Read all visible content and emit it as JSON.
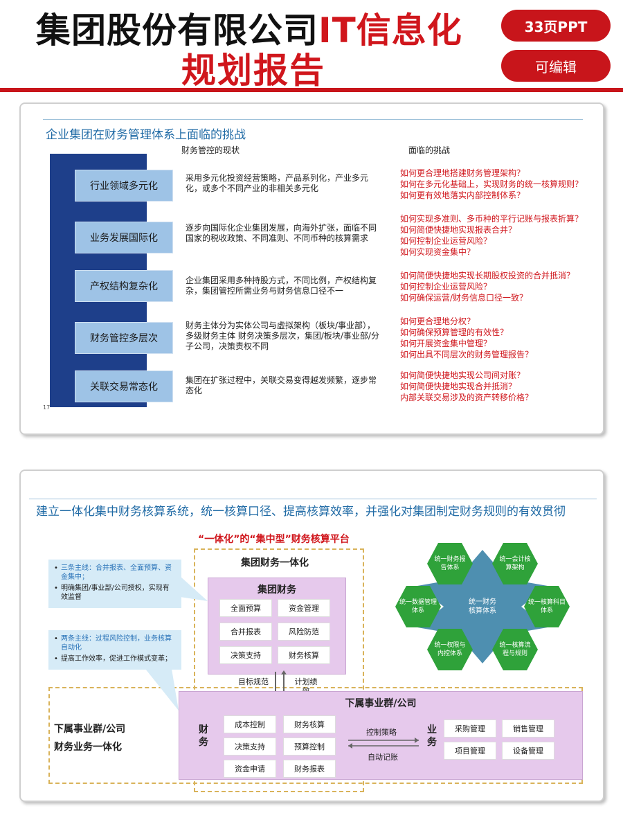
{
  "header": {
    "title_part1": "集团股份有限公司",
    "title_part2": "IT信息化",
    "title_line2": "规划报告",
    "pages_badge": "33页PPT",
    "editable_badge": "可编辑"
  },
  "slide1": {
    "title": "企业集团在财务管理体系上面临的挑战",
    "col_status": "财务管控的现状",
    "col_challenge": "面临的挑战",
    "page_number": "17",
    "rows": [
      {
        "label": "行业领域多元化",
        "status": "采用多元化投资经营策略，产品系列化，产业多元化，或多个不同产业的非相关多元化",
        "challenges": [
          "如何更合理地搭建财务管理架构？",
          "如何在多元化基础上，实现财务的统一核算规则？",
          "如何更有效地落实内部控制体系？"
        ]
      },
      {
        "label": "业务发展国际化",
        "status": "逐步向国际化企业集团发展，向海外扩张，面临不同国家的税收政策、不同准则、不同币种的核算需求",
        "challenges": [
          "如何实现多准则、多币种的平行记账与报表折算？",
          "如何简便快捷地实现报表合并？",
          "如何控制企业运营风险？",
          "如何实现资金集中？"
        ]
      },
      {
        "label": "产权结构复杂化",
        "status": "企业集团采用多种持股方式，不同比例，产权结构复杂，集团管控所需业务与财务信息口径不一",
        "challenges": [
          "如何简便快捷地实现长期股权投资的合并抵消？",
          "如何控制企业运营风险？",
          "如何确保运营/财务信息口径一致？"
        ]
      },
      {
        "label": "财务管控多层次",
        "status": "财务主体分为实体公司与虚拟架构（板块/事业部），多级财务主体 财务决策多层次，集团/板块/事业部/分子公司，决策责权不同",
        "challenges": [
          "如何更合理地分权？",
          "如何确保预算管理的有效性？",
          "如何开展资金集中管理？",
          "如何出具不同层次的财务管理报告？"
        ]
      },
      {
        "label": "关联交易常态化",
        "status": "集团在扩张过程中，关联交易变得越发频繁，逐步常态化",
        "challenges": [
          "如何简便快捷地实现公司间对账？",
          "如何简便快捷地实现合并抵消？",
          "内部关联交易涉及的资产转移价格？"
        ]
      }
    ]
  },
  "slide2": {
    "title": "建立一体化集中财务核算系统，统一核算口径、提高核算效率，并强化对集团制定财务规则的有效贯彻",
    "platform_title": "“一体化”的“集中型”财务核算平台",
    "group_integration": "集团财务一体化",
    "group_finance": "集团财务",
    "group_buttons": [
      "全面预算",
      "资金管理",
      "合并报表",
      "风险防范",
      "决策支持",
      "财务核算"
    ],
    "callout1": {
      "line1": "三条主线：合并报表、全面预算、资金集中；",
      "line2": "明确集团/事业部/公司授权，实现有效监督"
    },
    "callout2": {
      "line1": "两条主线：过程风险控制，业务核算自动化",
      "line2": "提高工作效率，促进工作模式变革；"
    },
    "arrow_left_label": "目标规范",
    "arrow_right_label": "计划绩效",
    "sub_title": "下属事业群/公司",
    "left_label_line1": "下属事业群/公司",
    "left_label_line2": "财务业务一体化",
    "finance_vertical": "财务",
    "business_vertical": "业务",
    "finance_buttons": [
      "成本控制",
      "财务核算",
      "决策支持",
      "预算控制",
      "资金申请",
      "财务报表"
    ],
    "business_buttons": [
      "采购管理",
      "销售管理",
      "项目管理",
      "设备管理"
    ],
    "control_label": "控制策略",
    "auto_label": "自动记账",
    "hex": {
      "center": "统一财务核算体系",
      "items": [
        "统一财务报告体系",
        "统一会计核算架构",
        "统一核算科目体系",
        "统一核算流程与规则",
        "统一权限与内控体系",
        "统一数据管理体系"
      ]
    }
  },
  "colors": {
    "brand_red": "#c8151b",
    "title_blue": "#1f6aa5",
    "bar_navy": "#1e3f8a",
    "box_blue": "#9ec3e6",
    "purple": "#e6c9ec",
    "hex_green": "#2fa23a",
    "hex_teal": "#4e8fb0"
  }
}
